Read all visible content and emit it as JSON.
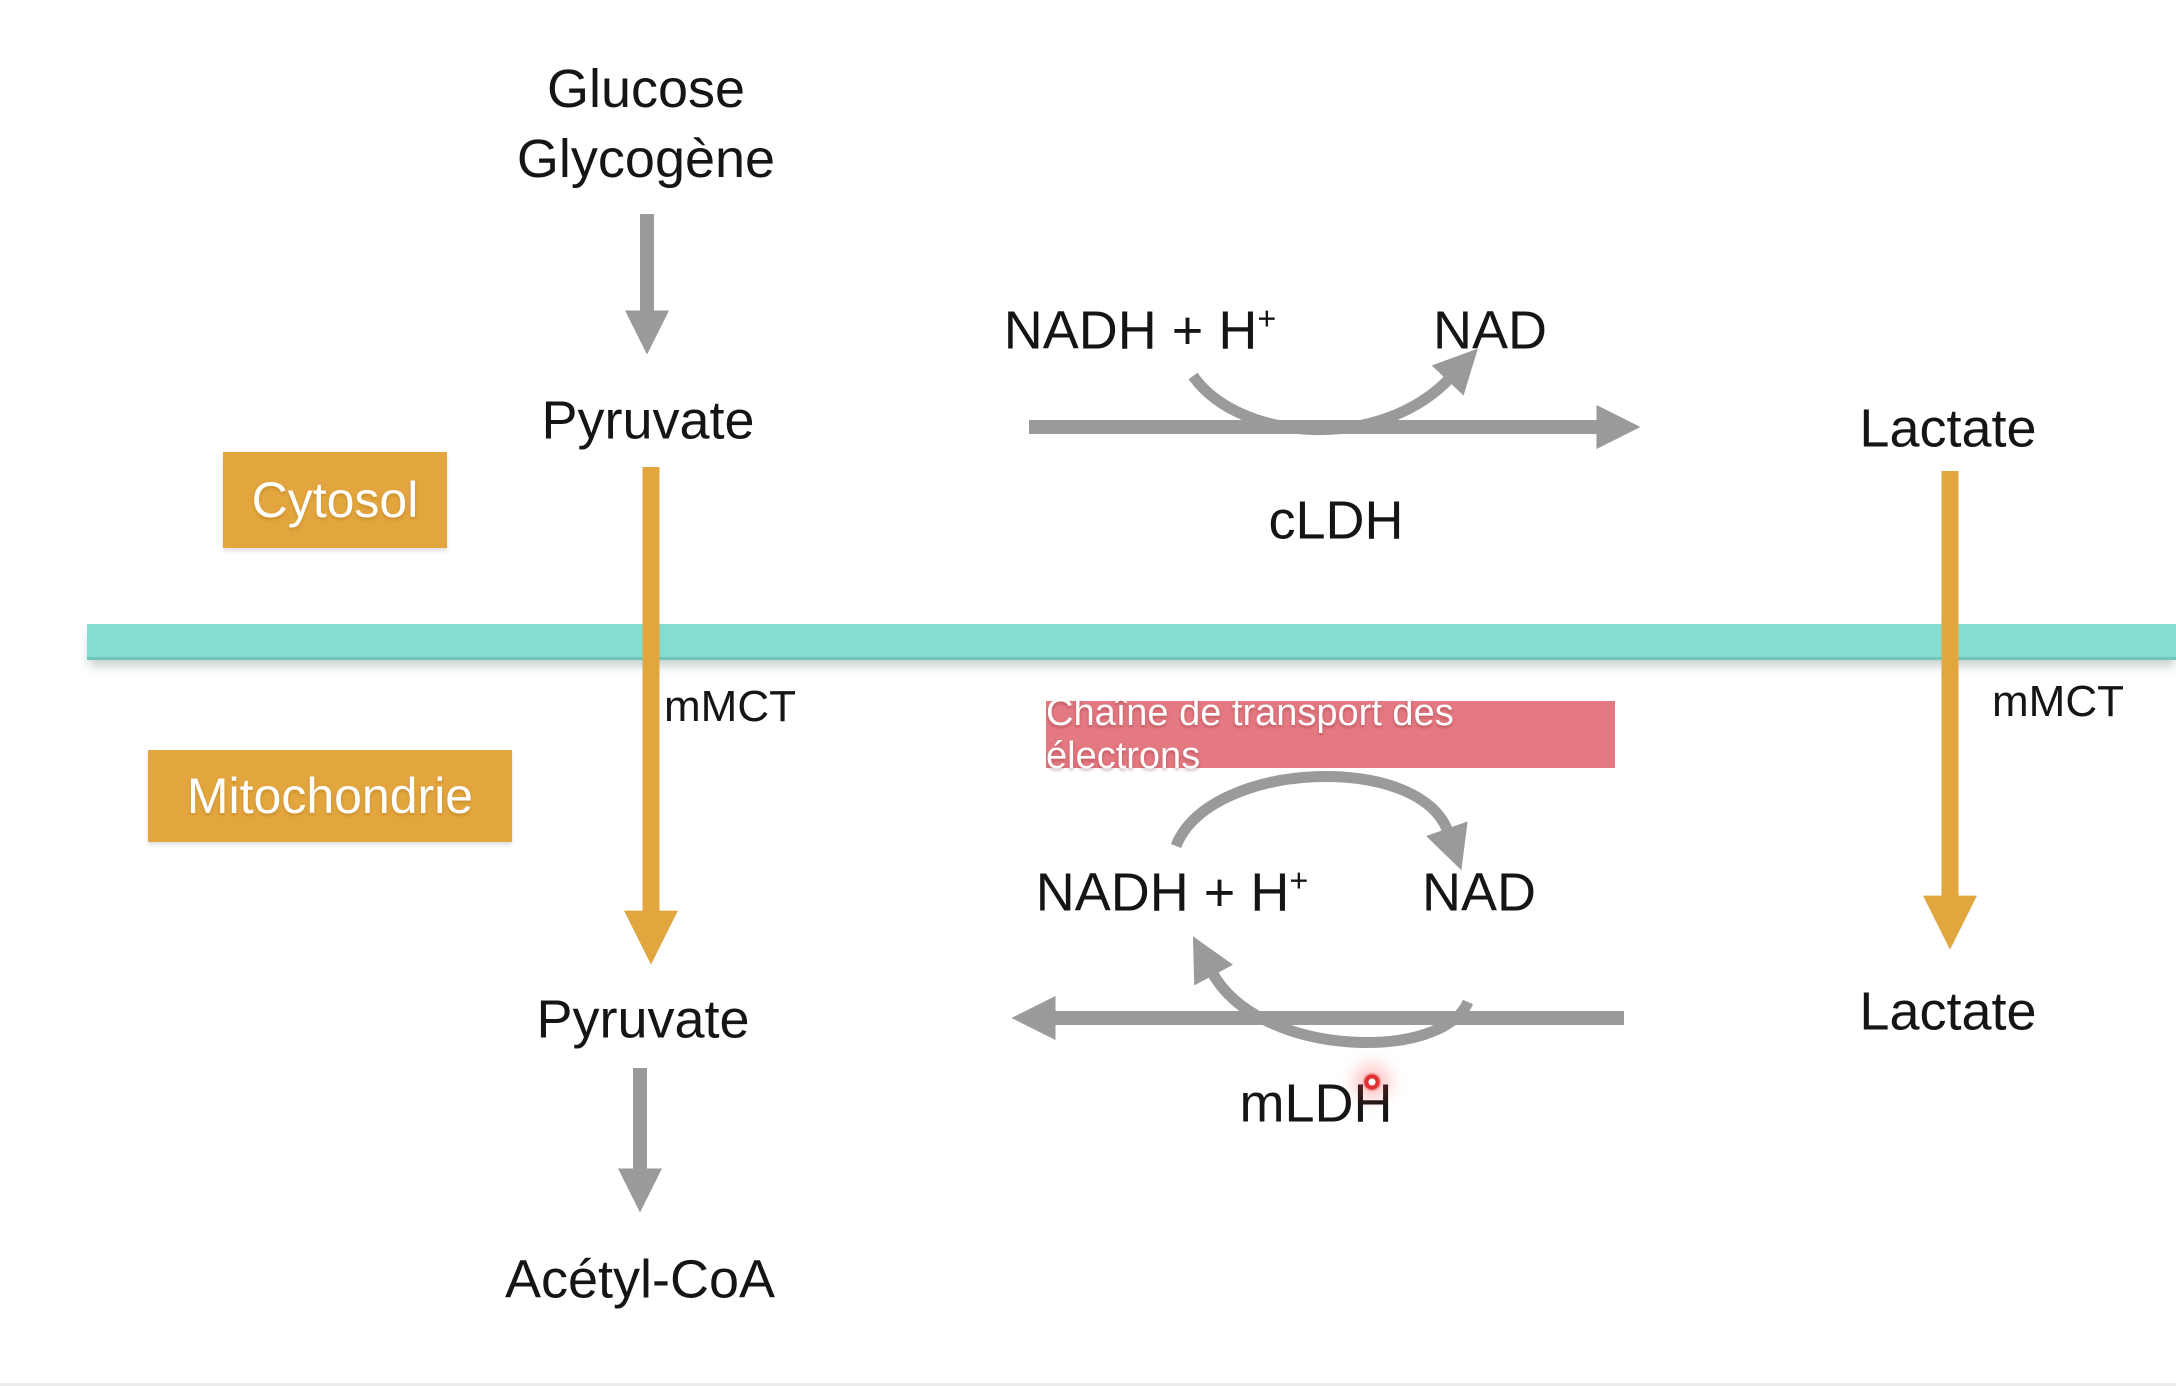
{
  "colors": {
    "region_orange": "#E3A53D",
    "membrane_teal": "#85DCD1",
    "arrow_gray": "#9A9A9A",
    "arrow_orange": "#E2A63F",
    "etc_pink": "#E57982",
    "laser_red": "#E03030",
    "text": "#151515"
  },
  "cytosol": {
    "label": "Cytosol",
    "substrates_top": [
      "Glucose",
      "Glycogène"
    ],
    "pyruvate": "Pyruvate",
    "reaction": {
      "nadh_base": "NADH + H",
      "nadh_sup": "+",
      "nad": "NAD",
      "enzyme": "cLDH"
    },
    "lactate": "Lactate"
  },
  "membrane": {
    "left_transporter": "mMCT",
    "right_transporter": "mMCT"
  },
  "mitochondria": {
    "label": "Mitochondrie",
    "etc_banner": "Chaîne de transport des électrons",
    "reaction": {
      "nadh_base": "NADH + H",
      "nadh_sup": "+",
      "nad": "NAD",
      "enzyme": "mLDH"
    },
    "pyruvate": "Pyruvate",
    "acetyl_coa": "Acétyl-CoA",
    "lactate": "Lactate"
  }
}
